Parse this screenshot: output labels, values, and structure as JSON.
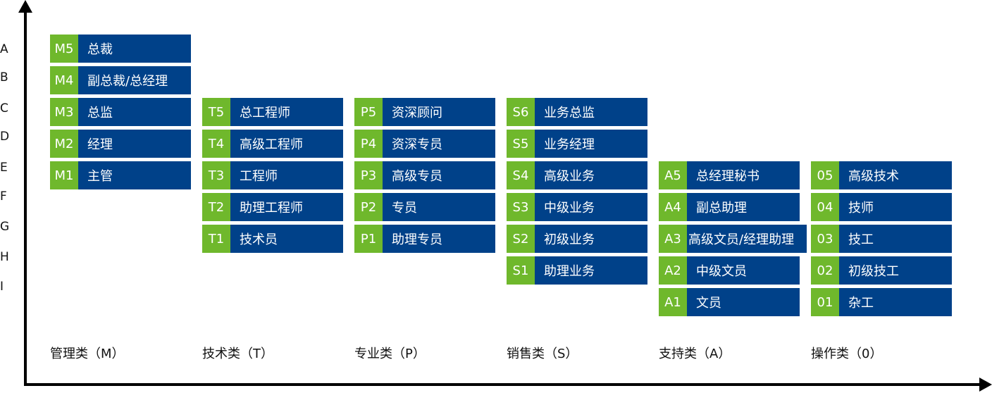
{
  "colors": {
    "code_bg": "#6fb82c",
    "title_bg": "#004189"
  },
  "grades": [
    "A",
    "B",
    "C",
    "D",
    "E",
    "F",
    "G",
    "H",
    "I"
  ],
  "columns": [
    {
      "category": "管理类（M）",
      "items": [
        {
          "code": "M5",
          "title": "总裁",
          "grade": "A"
        },
        {
          "code": "M4",
          "title": "副总裁/总经理",
          "grade": "B"
        },
        {
          "code": "M3",
          "title": "总监",
          "grade": "C"
        },
        {
          "code": "M2",
          "title": "经理",
          "grade": "D"
        },
        {
          "code": "M1",
          "title": "主管",
          "grade": "E"
        }
      ]
    },
    {
      "category": "技术类（T）",
      "items": [
        {
          "code": "T5",
          "title": "总工程师",
          "grade": "C"
        },
        {
          "code": "T4",
          "title": "高级工程师",
          "grade": "D"
        },
        {
          "code": "T3",
          "title": "工程师",
          "grade": "E"
        },
        {
          "code": "T2",
          "title": "助理工程师",
          "grade": "F"
        },
        {
          "code": "T1",
          "title": "技术员",
          "grade": "G"
        }
      ]
    },
    {
      "category": "专业类（P）",
      "items": [
        {
          "code": "P5",
          "title": "资深顾问",
          "grade": "C"
        },
        {
          "code": "P4",
          "title": "资深专员",
          "grade": "D"
        },
        {
          "code": "P3",
          "title": "高级专员",
          "grade": "E"
        },
        {
          "code": "P2",
          "title": "专员",
          "grade": "F"
        },
        {
          "code": "P1",
          "title": "助理专员",
          "grade": "G"
        }
      ]
    },
    {
      "category": "销售类（S）",
      "items": [
        {
          "code": "S6",
          "title": "业务总监",
          "grade": "C"
        },
        {
          "code": "S5",
          "title": "业务经理",
          "grade": "D"
        },
        {
          "code": "S4",
          "title": "高级业务",
          "grade": "E"
        },
        {
          "code": "S3",
          "title": "中级业务",
          "grade": "F"
        },
        {
          "code": "S2",
          "title": "初级业务",
          "grade": "G"
        },
        {
          "code": "S1",
          "title": "助理业务",
          "grade": "H"
        }
      ]
    },
    {
      "category": "支持类（A）",
      "items": [
        {
          "code": "A5",
          "title": "总经理秘书",
          "grade": "E"
        },
        {
          "code": "A4",
          "title": "副总助理",
          "grade": "F"
        },
        {
          "code": "A3",
          "title": "高级文员/经理助理",
          "grade": "G"
        },
        {
          "code": "A2",
          "title": "中级文员",
          "grade": "H"
        },
        {
          "code": "A1",
          "title": "文员",
          "grade": "I"
        }
      ]
    },
    {
      "category": "操作类（0）",
      "items": [
        {
          "code": "05",
          "title": "高级技术",
          "grade": "E"
        },
        {
          "code": "04",
          "title": "技师",
          "grade": "F"
        },
        {
          "code": "03",
          "title": "技工",
          "grade": "G"
        },
        {
          "code": "02",
          "title": "初级技工",
          "grade": "H"
        },
        {
          "code": "01",
          "title": "杂工",
          "grade": "I"
        }
      ]
    }
  ]
}
